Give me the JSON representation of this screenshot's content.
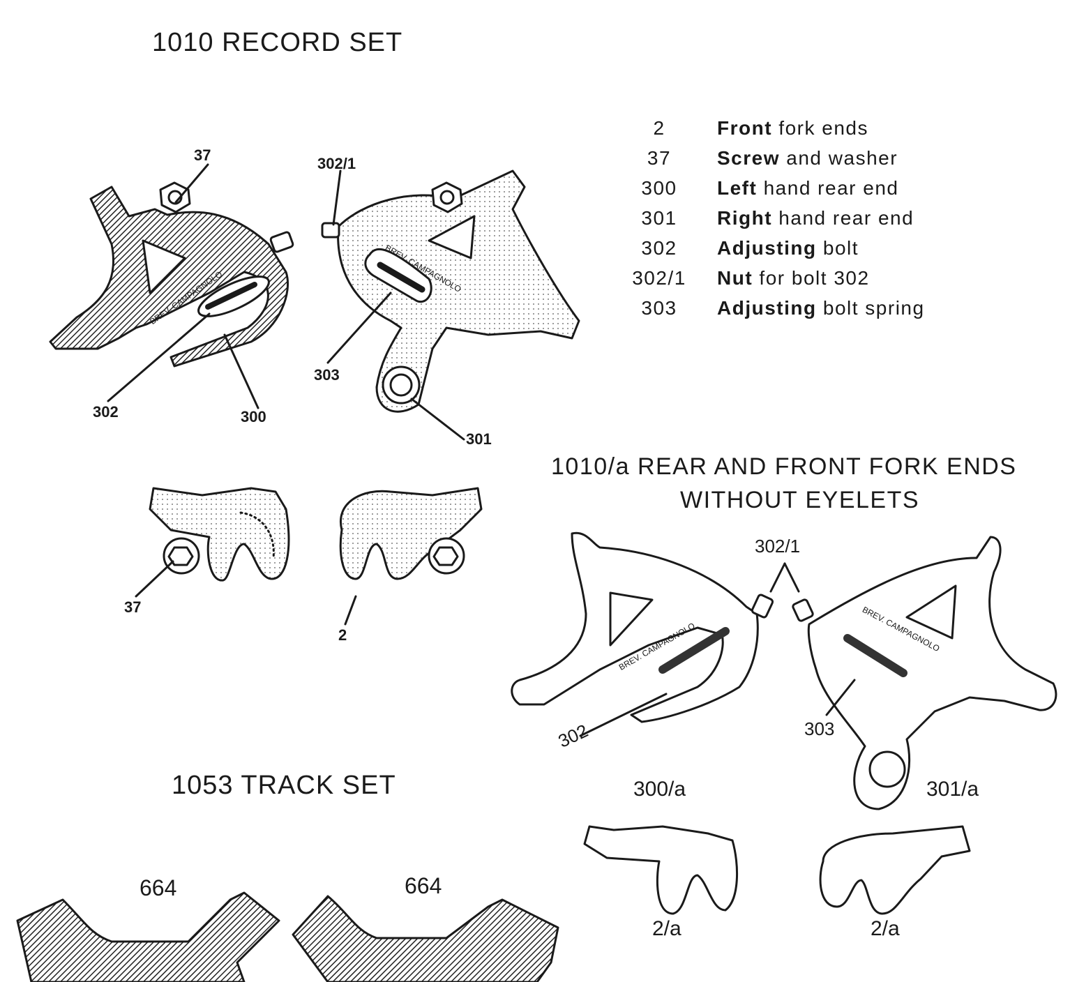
{
  "titles": {
    "record_set": "1010   RECORD SET",
    "fork_ends_line1": "1010/a   REAR AND FRONT FORK ENDS",
    "fork_ends_line2": "WITHOUT EYELETS",
    "track_set": "1053   TRACK SET"
  },
  "legend": [
    {
      "num": "2",
      "bold": "Front",
      "rest": " fork ends"
    },
    {
      "num": "37",
      "bold": "Screw",
      "rest": " and washer"
    },
    {
      "num": "300",
      "bold": "Left",
      "rest": " hand rear end"
    },
    {
      "num": "301",
      "bold": "Right",
      "rest": " hand rear end"
    },
    {
      "num": "302",
      "bold": "Adjusting",
      "rest": " bolt"
    },
    {
      "num": "302/1",
      "bold": "Nut",
      "rest": " for bolt 302"
    },
    {
      "num": "303",
      "bold": "Adjusting",
      "rest": " bolt spring"
    }
  ],
  "callouts": {
    "c37_top": "37",
    "c302_1_top": "302/1",
    "c303_top": "303",
    "c302_top": "302",
    "c300_top": "300",
    "c301_top": "301",
    "c37_mid": "37",
    "c2_mid": "2",
    "c302_1_right": "302/1",
    "c302_right": "302",
    "c303_right": "303",
    "c300a": "300/a",
    "c301a": "301/a",
    "c2a_left": "2/a",
    "c2a_right": "2/a",
    "c664_left": "664",
    "c664_right": "664"
  },
  "part_stamp": "BREV. CAMPAGNOLO"
}
